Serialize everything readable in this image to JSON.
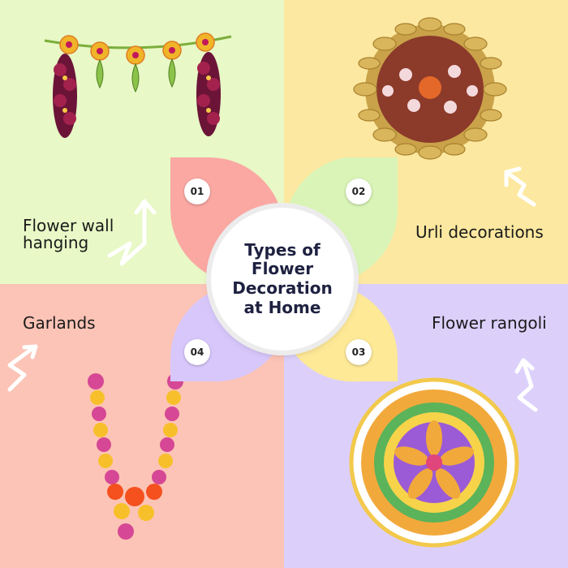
{
  "title": "Types of Flower Decoration at Home",
  "colors": {
    "q1_bg": "#e8f8c6",
    "q2_bg": "#fce8a0",
    "q3_bg": "#dcd0fb",
    "q4_bg": "#fcc4b6",
    "petal_01": "#fba8a3",
    "petal_02": "#d9f4b6",
    "petal_03": "#fde996",
    "petal_04": "#d8c7fb"
  },
  "sections": [
    {
      "number": "01",
      "label": "Flower wall hanging",
      "icon": "toran-garland-icon"
    },
    {
      "number": "02",
      "label": "Urli decorations",
      "icon": "urli-bowl-icon"
    },
    {
      "number": "03",
      "label": "Flower rangoli",
      "icon": "rangoli-icon"
    },
    {
      "number": "04",
      "label": "Garlands",
      "icon": "flower-garland-icon"
    }
  ]
}
